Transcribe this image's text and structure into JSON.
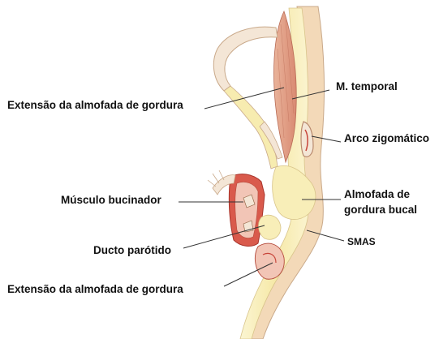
{
  "labels": {
    "ext_top": "Extensão da almofada de gordura",
    "temporal": "M. temporal",
    "zigomatico": "Arco zigomático",
    "bucinador": "Músculo bucinador",
    "bucal_1": "Almofada de",
    "bucal_2": "gordura bucal",
    "ducto": "Ducto parótido",
    "smas": "SMAS",
    "ext_bottom": "Extensão da almofada de gordura"
  },
  "colors": {
    "fat": "#f7ecb0",
    "fat_light": "#fbf5d2",
    "muscle": "#e3a58c",
    "muscle_dark": "#c8443a",
    "outline": "#c9a98a",
    "bone": "#f4e6d6",
    "leader": "#333333"
  }
}
